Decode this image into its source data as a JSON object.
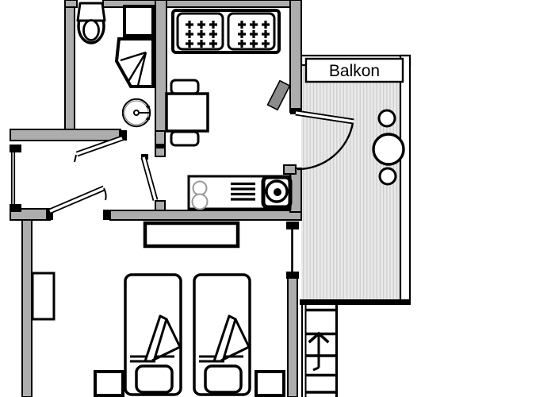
{
  "balcony": {
    "label": "Balkon"
  },
  "colors": {
    "wall": "#adadad",
    "outline": "#000000",
    "background": "#ffffff",
    "balcony_floor": "#e9e9e9",
    "balcony_stripe": "#cdcdcd",
    "tv": "#8c8c8c"
  },
  "rooms": [
    {
      "name": "bathroom",
      "furniture": [
        "toilet",
        "washing-machine",
        "shower",
        "washbasin"
      ]
    },
    {
      "name": "living-room",
      "furniture": [
        "sofa",
        "dining-table",
        "chair",
        "chair",
        "tv"
      ]
    },
    {
      "name": "kitchenette",
      "furniture": [
        "counter",
        "double-sink",
        "drainer",
        "stove"
      ]
    },
    {
      "name": "hall",
      "furniture": []
    },
    {
      "name": "bedroom",
      "furniture": [
        "wardrobe",
        "radiator",
        "bed",
        "bed",
        "nightstand",
        "nightstand"
      ]
    },
    {
      "name": "balcony",
      "furniture": [
        "round-table",
        "chair",
        "chair"
      ]
    },
    {
      "name": "staircase",
      "furniture": [
        "up-arrow"
      ]
    }
  ],
  "stairs": {
    "arrow_direction": "up"
  }
}
